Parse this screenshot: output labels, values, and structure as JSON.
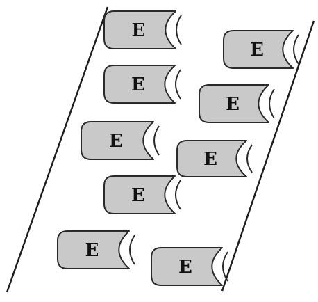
{
  "diagram": {
    "colors": {
      "block_fill": "#c9c9c9",
      "block_stroke": "#2a2a2a",
      "line": "#1e1e1e"
    },
    "blocks": [
      {
        "label": "E"
      },
      {
        "label": "E"
      },
      {
        "label": "E"
      },
      {
        "label": "E"
      },
      {
        "label": "E"
      },
      {
        "label": "E"
      },
      {
        "label": "E"
      },
      {
        "label": "E"
      },
      {
        "label": "E"
      }
    ]
  }
}
